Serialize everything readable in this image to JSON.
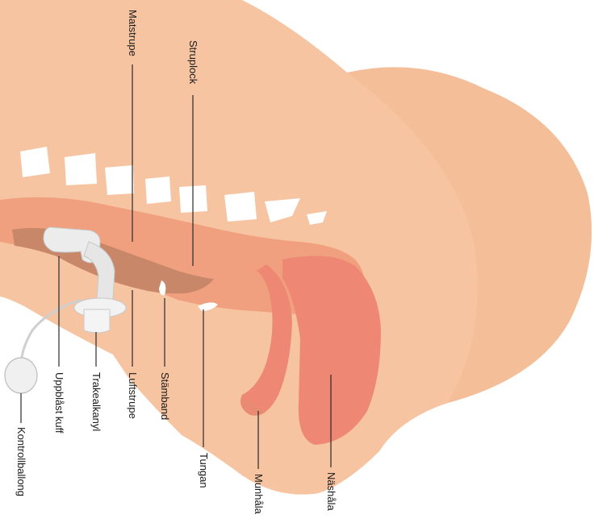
{
  "labels": {
    "matstrupe": "Matstrupe",
    "struplock": "Struplock",
    "uppblast_kuff": "Uppblåst kuff",
    "trakealkanyl": "Trakealkanyl",
    "luftstrupe": "Luftstrupe",
    "stamband": "Stämband",
    "tungan": "Tungan",
    "munhala": "Munhåla",
    "nashala": "Näshåla",
    "kontrollballong": "Kontrollballong"
  },
  "colors": {
    "skin": "#f6c4a0",
    "skin_shadow": "#f0b68f",
    "esophagus": "#f0a07e",
    "trachea": "#c9876a",
    "cavity": "#ee8874",
    "vertebra": "#ffffff",
    "tube": "#ececec"
  }
}
